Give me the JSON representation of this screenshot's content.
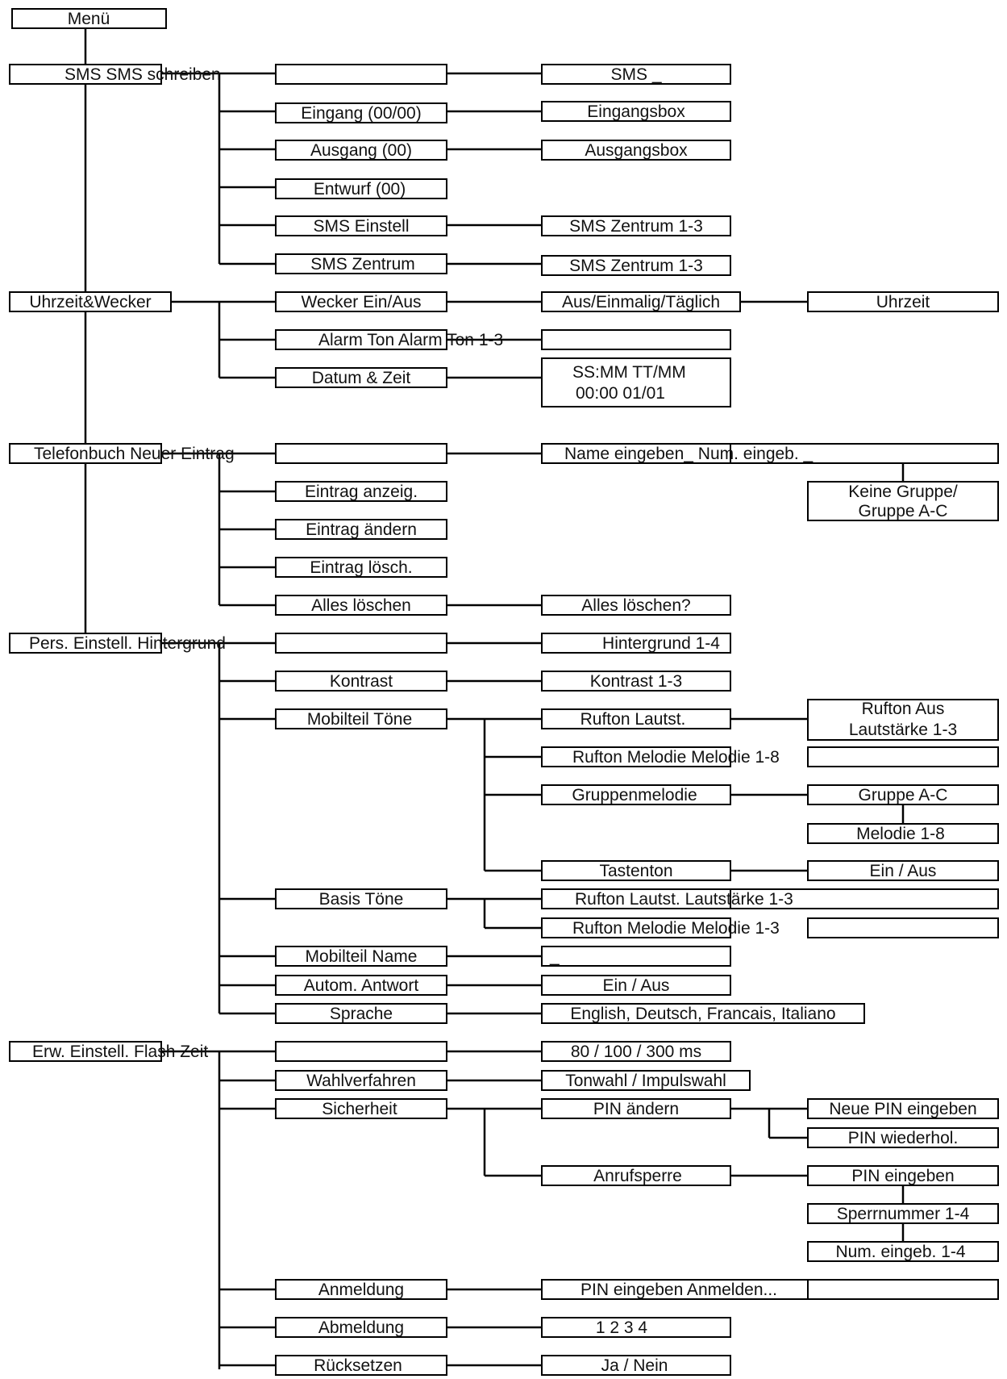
{
  "diagram": {
    "title": "Menü",
    "sms": {
      "main": "SMS SMS schreiben",
      "write_text": "SMS _",
      "inbox": "Eingang (00/00)",
      "inbox_box": "Eingangsbox",
      "outbox": "Ausgang (00)",
      "outbox_box": "Ausgangsbox",
      "draft": "Entwurf (00)",
      "settings": "SMS Einstell",
      "settings_center": "SMS Zentrum 1-3",
      "center": "SMS Zentrum",
      "center_value": "SMS Zentrum 1-3"
    },
    "clock": {
      "main": "Uhrzeit&Wecker",
      "alarm": "Wecker Ein/Aus",
      "alarm_mode": "Aus/Einmalig/Täglich",
      "alarm_time": "Uhrzeit",
      "alarm_tone": "Alarm Ton Alarm Ton 1-3",
      "date_time": "Datum & Zeit",
      "format_line1": "SS:MM  TT/MM",
      "format_line2": "00:00     01/01"
    },
    "phonebook": {
      "main": "Telefonbuch Neuer Eintrag",
      "name_entry": "Name eingeben_ Num. eingeb. _",
      "group_line1": "Keine Gruppe/",
      "group_line2": "Gruppe A-C",
      "show": "Eintrag anzeig.",
      "edit": "Eintrag ändern",
      "delete": "Eintrag lösch.",
      "delete_all": "Alles löschen",
      "delete_all_confirm": "Alles löschen?"
    },
    "personal": {
      "main": "Pers. Einstell. Hintergrund",
      "background": "Hintergrund 1-4",
      "contrast": "Kontrast",
      "contrast_value": "Kontrast 1-3",
      "handset_tones": "Mobilteil Töne",
      "ring_volume": "Rufton Lautst.",
      "ring_off_line1": "Rufton Aus",
      "ring_off_line2": "Lautstärke 1-3",
      "ring_melody": "Rufton Melodie Melodie 1-8",
      "group_melody": "Gruppenmelodie",
      "group_ac": "Gruppe A-C",
      "melody_18": "Melodie 1-8",
      "key_tone": "Tastenton",
      "key_tone_value": "Ein / Aus",
      "base_tones": "Basis Töne",
      "base_ring_volume": "Rufton Lautst. Lautstärke 1-3",
      "base_ring_melody": "Rufton Melodie Melodie 1-3",
      "handset_name": "Mobilteil Name",
      "handset_name_value": "_",
      "auto_answer": "Autom. Antwort",
      "auto_answer_value": "Ein / Aus",
      "language": "Sprache",
      "language_value": "English, Deutsch, Francais, Italiano"
    },
    "advanced": {
      "main": "Erw. Einstell. Flash Zeit",
      "flash_value": "80 / 100 / 300 ms",
      "dialing": "Wahlverfahren",
      "dialing_value": "Tonwahl / Impulswahl",
      "security": "Sicherheit",
      "pin_change": "PIN ändern",
      "new_pin": "Neue PIN eingeben",
      "repeat_pin": "PIN wiederhol.",
      "call_barring": "Anrufsperre",
      "enter_pin": "PIN eingeben",
      "block_number": "Sperrnummer 1-4",
      "num_entry": "Num. eingeb. 1-4",
      "register": "Anmeldung",
      "register_value": "PIN eingeben Anmelden...",
      "deregister": "Abmeldung",
      "deregister_value": "1 2 3 4",
      "reset": "Rücksetzen",
      "reset_value": "Ja / Nein"
    }
  }
}
